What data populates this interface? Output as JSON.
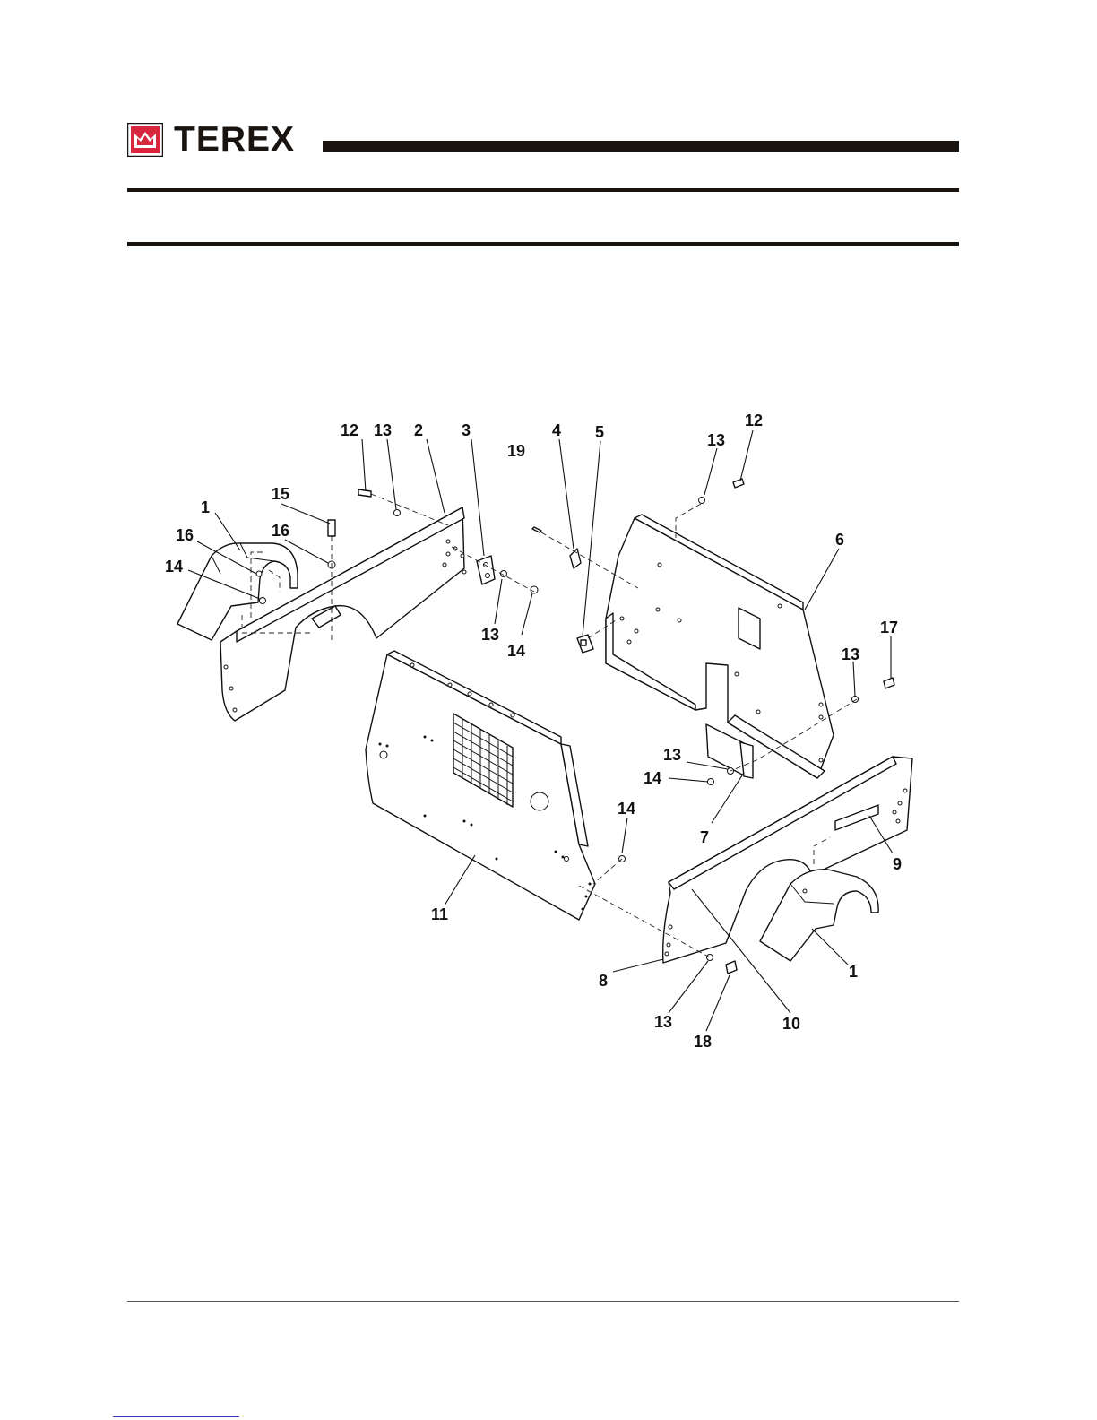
{
  "brand": {
    "name": "TEREX"
  },
  "colors": {
    "logo_red": "#d7263d",
    "ink": "#1a1410"
  },
  "diagram": {
    "callouts": [
      "1",
      "2",
      "3",
      "4",
      "5",
      "6",
      "7",
      "8",
      "9",
      "10",
      "11",
      "12",
      "12",
      "13",
      "13",
      "13",
      "13",
      "13",
      "13",
      "14",
      "14",
      "14",
      "14",
      "15",
      "16",
      "16",
      "17",
      "18",
      "19",
      "1"
    ]
  }
}
